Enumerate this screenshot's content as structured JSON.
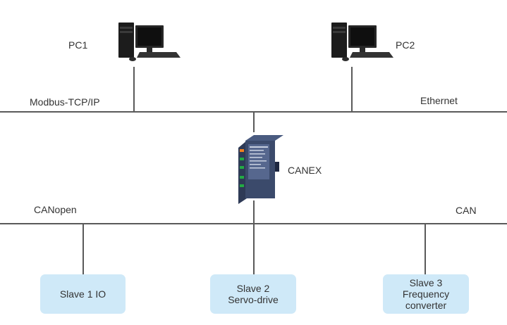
{
  "pcs": [
    {
      "label": "PC1"
    },
    {
      "label": "PC2"
    }
  ],
  "networks": {
    "top_left": "Modbus-TCP/IP",
    "top_right": "Ethernet",
    "bottom_left": "CANopen",
    "bottom_right": "CAN"
  },
  "gateway": {
    "label": "CANEX"
  },
  "slaves": [
    {
      "line1": "Slave 1 IO",
      "line2": "",
      "line3": ""
    },
    {
      "line1": "Slave 2",
      "line2": "Servo-drive",
      "line3": ""
    },
    {
      "line1": "Slave 3",
      "line2": "Frequency",
      "line3": "converter"
    }
  ],
  "colors": {
    "bus_line": "#5a5a5a",
    "slave_box": "#cfe9f8",
    "device_body": "#3b4a6b",
    "text": "#333333"
  },
  "icons": [
    "desktop-computer-icon",
    "gateway-device-icon"
  ]
}
